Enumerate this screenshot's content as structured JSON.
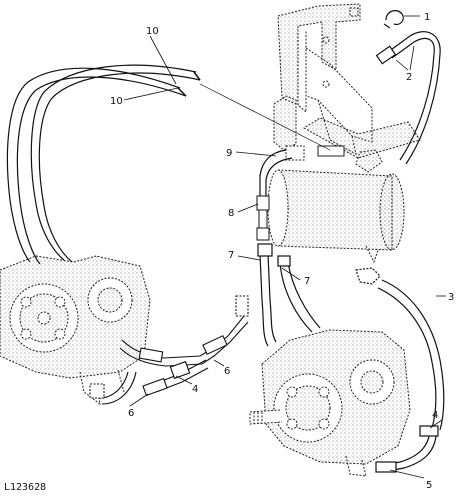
{
  "diagram": {
    "callouts": {
      "c1": "1",
      "c2": "2",
      "c3": "3",
      "c4a": "4",
      "c4b": "4",
      "c5": "5",
      "c6a": "6",
      "c6b": "6",
      "c7a": "7",
      "c7b": "7",
      "c8": "8",
      "c9": "9",
      "c10a": "10",
      "c10b": "10"
    },
    "figure_id": "L123628"
  }
}
